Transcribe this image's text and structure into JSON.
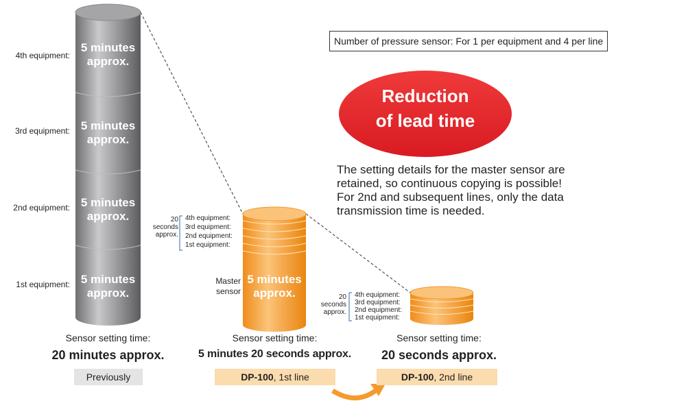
{
  "note": "Number of pressure sensor: For 1 per equipment and 4 per line",
  "headline": {
    "line1": "Reduction",
    "line2": "of lead time"
  },
  "description": [
    "The setting details for the master sensor are",
    "retained, so continuous copying is possible!",
    "For 2nd and subsequent lines, only the data",
    "transmission time is needed."
  ],
  "previous": {
    "equipment_labels": [
      "4th equipment:",
      "3rd equipment:",
      "2nd equipment:",
      "1st equipment:"
    ],
    "segment_text": {
      "line1": "5 minutes",
      "line2": "approx."
    },
    "caption": "Sensor setting time:",
    "total": "20 minutes approx.",
    "tag": "Previously"
  },
  "line1": {
    "side_label": [
      "20",
      "seconds",
      "approx."
    ],
    "equipment_list": [
      "4th equipment:",
      "3rd equipment:",
      "2nd equipment:",
      "1st equipment:"
    ],
    "master_label": [
      "Master",
      "sensor"
    ],
    "master_text": {
      "line1": "5 minutes",
      "line2": "approx."
    },
    "caption": "Sensor setting time:",
    "total": "5 minutes 20 seconds approx.",
    "tag_bold": "DP-100",
    "tag_rest": ", 1st line"
  },
  "line2": {
    "side_label": [
      "20",
      "seconds",
      "approx."
    ],
    "equipment_list": [
      "4th equipment:",
      "3rd equipment:",
      "2nd equipment:",
      "1st equipment:"
    ],
    "caption": "Sensor setting time:",
    "total": "20 seconds approx.",
    "tag_bold": "DP-100",
    "tag_rest": ", 2nd line"
  },
  "colors": {
    "grey": "#8a8a8c",
    "orange": "#f5a23a",
    "red": "#e8232a",
    "tag_orange": "#fbdcae"
  }
}
